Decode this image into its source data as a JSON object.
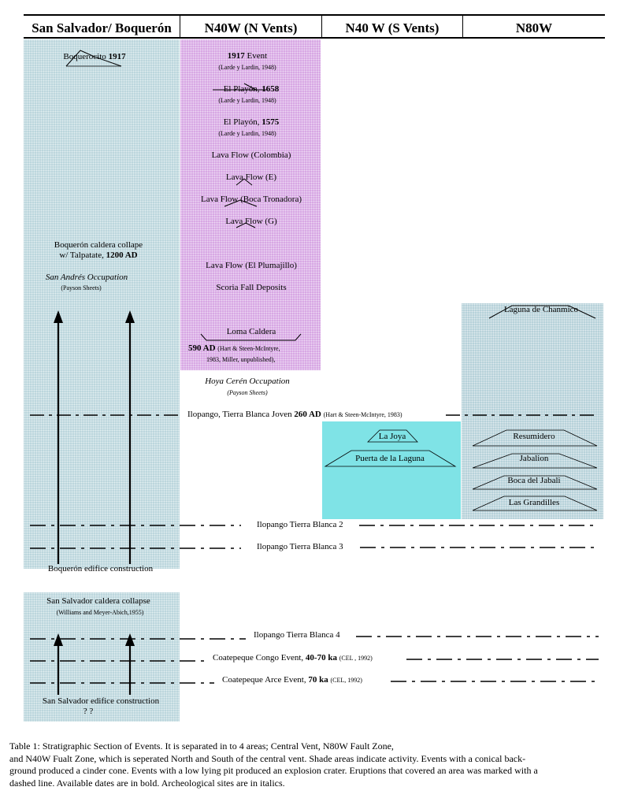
{
  "colors": {
    "central_vent_shade": "#bcd6dd",
    "n40w_north_shade": "#d8a8e4",
    "n40w_south_shade": "#7fe3e6",
    "n80w_shade": "#b7d2da"
  },
  "headers": [
    "San Salvador/ Boquerón",
    "N40W (N Vents)",
    "N40 W (S Vents)",
    "N80W"
  ],
  "central": {
    "boquerocito": {
      "name": "Boquerocito",
      "date": "1917"
    },
    "caldera_collapse": {
      "line1": "Boquerón caldera collape",
      "line2_pre": "w/ Talpatate,",
      "line2_date": "1200 AD"
    },
    "san_andres": {
      "name": "San Andrés Occupation",
      "ref": "(Payson Sheets)"
    },
    "boqueron_edifice": "Boquerón edifice construction",
    "ss_collapse": {
      "line1": "San Salvador caldera collapse",
      "ref": "(Williams and Meyer-Abich,1955)"
    },
    "ss_edifice": {
      "line1": "San Salvador edifice construction",
      "line2": "? ?"
    }
  },
  "north_vents": {
    "event_1917": {
      "date": "1917",
      "label": "Event",
      "ref": "(Larde y Lardin, 1948)"
    },
    "playon_1658": {
      "label": "El Playón,",
      "date": "1658",
      "ref": "(Larde y Lardin, 1948)"
    },
    "playon_1575": {
      "label": "El Playón,",
      "date": "1575",
      "ref": "(Larde y Lardin, 1948)"
    },
    "lava_colombia": "Lava Flow (Colombia)",
    "lava_e": "Lava Flow (E)",
    "lava_boca": "Lava Flow (Boca Tronadora)",
    "lava_g": "Lava Flow (G)",
    "lava_plumajillo": "Lava Flow (El Plumajillo)",
    "scoria": "Scoria Fall Deposits",
    "loma_caldera": "Loma Caldera",
    "loma_date": "590 AD",
    "loma_ref1": "(Hart & Steen-McIntyre,",
    "loma_ref2": "1983,  Miller, unpublished),",
    "hoya_ceren": "Hoya Cerén Occupation",
    "hoya_ref": "(Payson Sheets)"
  },
  "south_vents": {
    "la_joya": "La Joya",
    "puerta": "Puerta de la Laguna"
  },
  "n80w": {
    "chanmico": "Laguna de Chanmico",
    "resumidero": "Resumidero",
    "jabalion": "Jabalion",
    "boca_jabali": "Boca del Jabali",
    "grandilles": "Las Grandilles"
  },
  "events": {
    "tbj": {
      "pre": "Ilopango, Tierra Blanca Joven",
      "date": "260 AD",
      "ref": "(Hart & Steen-McIntyre, 1983)"
    },
    "tb2": "Ilopango Tierra Blanca 2",
    "tb3": "Ilopango Tierra Blanca 3",
    "tb4": "Ilopango Tierra Blanca 4",
    "congo": {
      "pre": "Coatepeque Congo Event,",
      "date": "40-70 ka",
      "ref": "(CEL , 1992)"
    },
    "arce": {
      "pre": "Coatepeque Arce Event,",
      "date": "70 ka",
      "ref": "(CEL, 1992)"
    }
  },
  "caption": {
    "line1": "Table 1: Stratigraphic Section of Events. It is separated in to 4 areas; Central Vent, N80W Fault Zone,",
    "line2": "and N40W Fualt Zone, which is seperated North and South of the central vent. Shade areas indicate activity. Events with a conical back-",
    "line3": "ground produced a cinder cone. Events with a low lying pit produced an explosion crater. Eruptions that covered an area was marked with a",
    "line4": "dashed line. Available dates are in bold. Archeological sites are in italics."
  }
}
